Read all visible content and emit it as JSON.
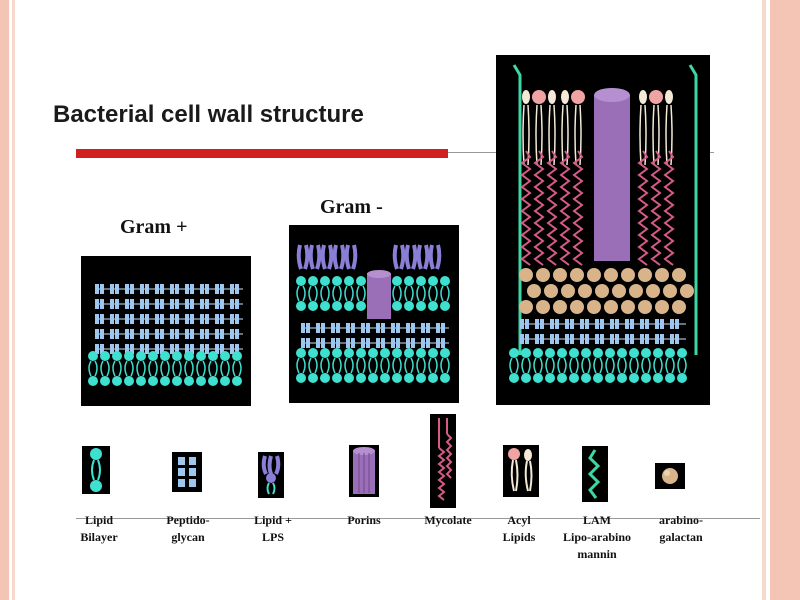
{
  "title": "Bacterial cell wall structure",
  "panels": {
    "gram_positive": "Gram +",
    "gram_negative": "Gram -"
  },
  "legend": [
    {
      "icon": "lipid-bilayer-icon",
      "line1": "Lipid",
      "line2": "Bilayer",
      "line3": ""
    },
    {
      "icon": "peptidoglycan-icon",
      "line1": "Peptido-",
      "line2": "glycan",
      "line3": ""
    },
    {
      "icon": "lipid-lps-icon",
      "line1": "Lipid +",
      "line2": "LPS",
      "line3": ""
    },
    {
      "icon": "porins-icon",
      "line1": "Porins",
      "line2": "",
      "line3": ""
    },
    {
      "icon": "mycolate-icon",
      "line1": "Mycolate",
      "line2": "",
      "line3": ""
    },
    {
      "icon": "acyl-lipids-icon",
      "line1": "Acyl",
      "line2": "Lipids",
      "line3": ""
    },
    {
      "icon": "lam-icon",
      "line1": "LAM",
      "line2": "Lipo-arabino",
      "line3": "mannin"
    },
    {
      "icon": "arabinogalactan-icon",
      "line1": "arabino-",
      "line2": "galactan",
      "line3": ""
    }
  ],
  "colors": {
    "lipid_head": "#3fe0cf",
    "peptidoglycan": "#9ec7f0",
    "lps": "#8a7fd6",
    "porin": "#9a6fb8",
    "mycolate": "#d65b86",
    "lam": "#3fd6a6",
    "arabinogalactan": "#d9b48a",
    "accent_bar": "#d21f1f"
  }
}
